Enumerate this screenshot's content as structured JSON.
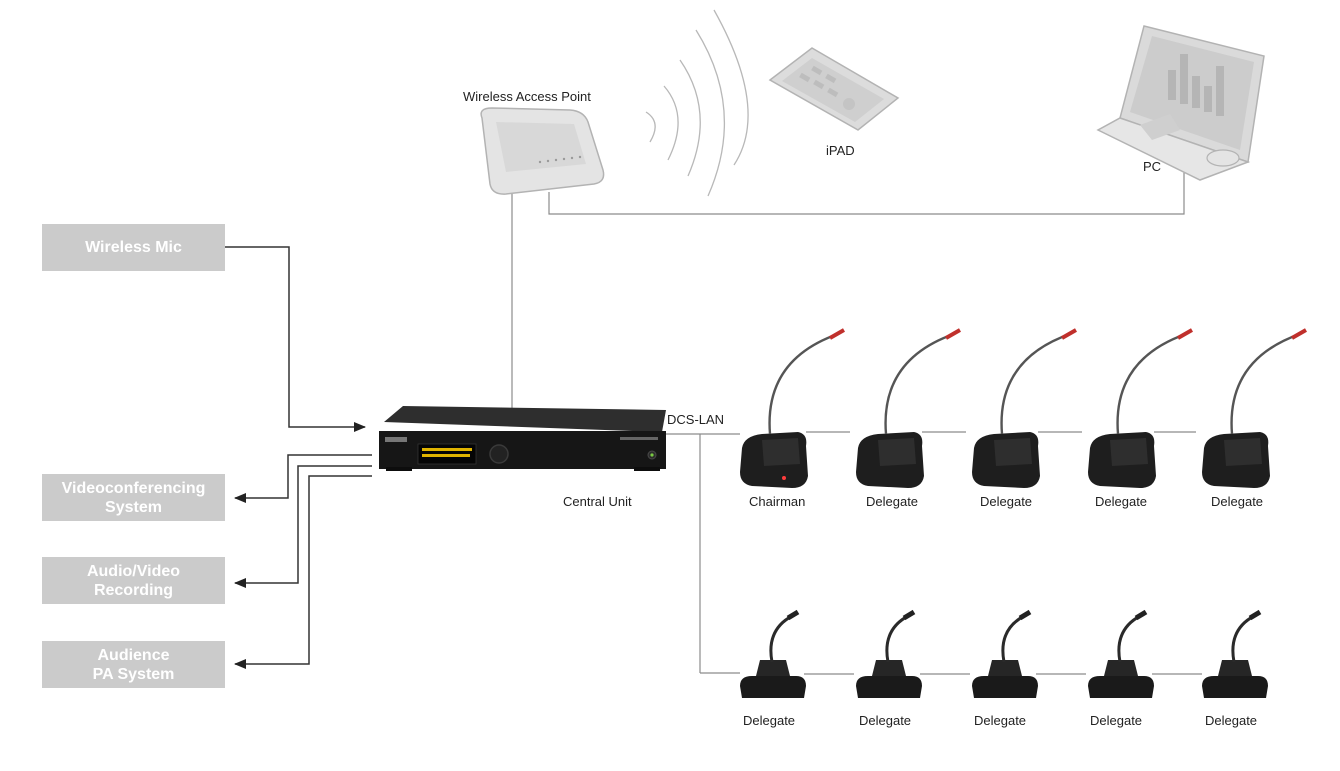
{
  "boxes": {
    "wireless_mic": "Wireless Mic",
    "videoconferencing": [
      "Videoconferencing",
      "System"
    ],
    "av_recording": [
      "Audio/Video",
      "Recording"
    ],
    "audience_pa": [
      "Audience",
      "PA System"
    ]
  },
  "labels": {
    "wap": "Wireless Access Point",
    "ipad": "iPAD",
    "pc": "PC",
    "central_unit": "Central Unit",
    "dcs_lan": "DCS-LAN"
  },
  "row1": [
    "Chairman",
    "Delegate",
    "Delegate",
    "Delegate",
    "Delegate"
  ],
  "row2": [
    "Delegate",
    "Delegate",
    "Delegate",
    "Delegate",
    "Delegate"
  ],
  "colors": {
    "box": "#cbcbcb",
    "line": "#333333",
    "lan_line": "#9a9a9a",
    "device_dark": "#1c1c1c",
    "device_light": "#dcdcdc",
    "display_text": "#e0b400"
  }
}
